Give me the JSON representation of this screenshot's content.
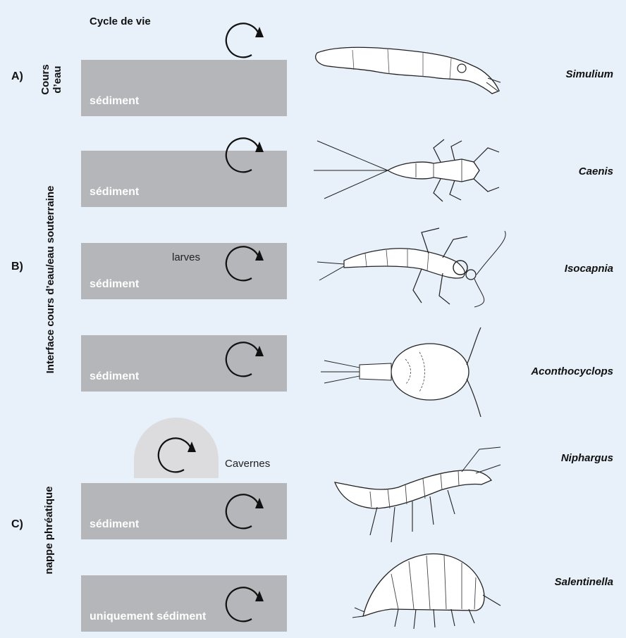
{
  "header": {
    "cycle_label": "Cycle de vie"
  },
  "sections": {
    "a": {
      "letter": "A)",
      "label_line1": "Cours",
      "label_line2": "d’eau"
    },
    "b": {
      "letter": "B)",
      "label": "Interface cours d’eau/eau souterraine"
    },
    "c": {
      "letter": "C)",
      "label": "nappe phréatique"
    }
  },
  "sediment_labels": {
    "s1": "sédiment",
    "s2": "sédiment",
    "s3": "sédiment",
    "s4": "sédiment",
    "s5": "sédiment",
    "s6": "uniquement sédiment"
  },
  "annotations": {
    "larves": "larves",
    "cavernes": "Cavernes"
  },
  "species": {
    "simulium": "Simulium",
    "caenis": "Caenis",
    "isocapnia": "Isocapnia",
    "aconthocyclops": "Aconthocyclops",
    "niphargus": "Niphargus",
    "salentinella": "Salentinella"
  }
}
